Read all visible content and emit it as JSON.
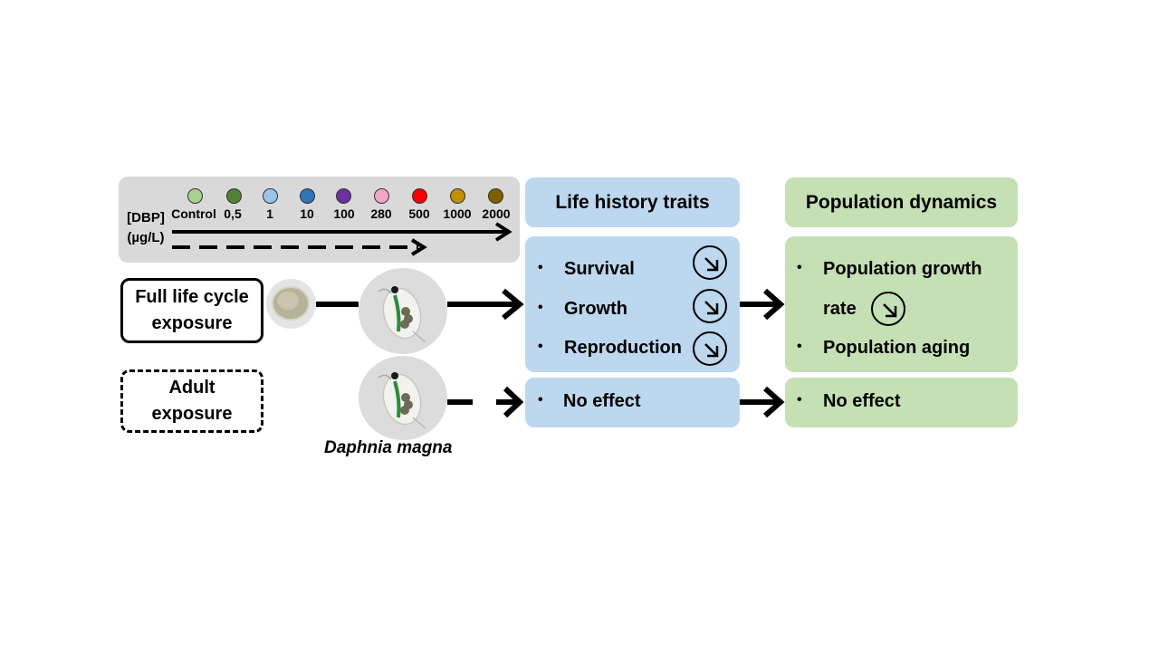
{
  "concentration_panel": {
    "label_line1": "[DBP]",
    "label_line2": "(µg/L)",
    "levels": [
      {
        "label": "Control",
        "color": "#a9d18e"
      },
      {
        "label": "0,5",
        "color": "#548235"
      },
      {
        "label": "1",
        "color": "#9dc3e6"
      },
      {
        "label": "10",
        "color": "#2e75b6"
      },
      {
        "label": "100",
        "color": "#7030a0"
      },
      {
        "label": "280",
        "color": "#f4a6c8"
      },
      {
        "label": "500",
        "color": "#ff0000"
      },
      {
        "label": "1000",
        "color": "#bf9000"
      },
      {
        "label": "2000",
        "color": "#7f6000"
      }
    ]
  },
  "exposures": {
    "full": {
      "line1": "Full life cycle",
      "line2": "exposure"
    },
    "adult": {
      "line1": "Adult",
      "line2": "exposure"
    }
  },
  "species": "Daphnia magna",
  "life_history": {
    "title": "Life history traits",
    "full_items": [
      {
        "label": "Survival",
        "icon": "decrease-arrow-icon"
      },
      {
        "label": "Growth",
        "icon": "decrease-arrow-icon"
      },
      {
        "label": "Reproduction",
        "icon": "decrease-arrow-icon"
      }
    ],
    "adult_item": "No effect"
  },
  "population": {
    "title": "Population dynamics",
    "full_items": [
      {
        "label": "Population growth",
        "continuation": "rate",
        "icon": "decrease-arrow-icon"
      },
      {
        "label": "Population aging"
      }
    ],
    "adult_item": "No effect"
  },
  "colors": {
    "grey_panel": "#d9d9d9",
    "blue_panel": "#bdd7ee",
    "green_panel": "#c5e0b4"
  },
  "bullet": "•"
}
